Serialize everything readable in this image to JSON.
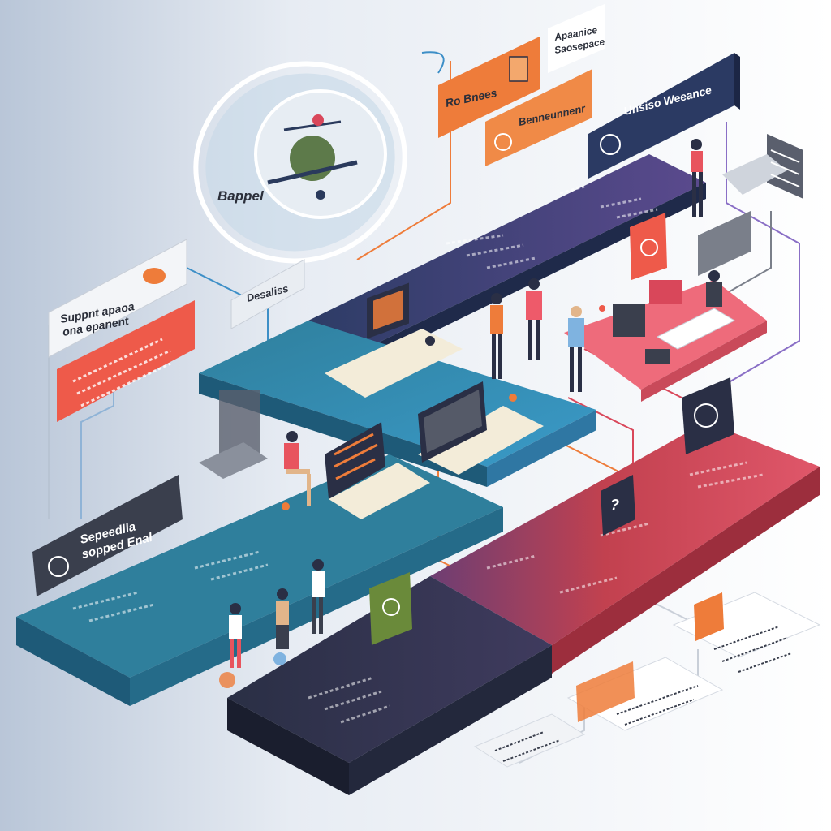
{
  "labels": {
    "bubble": "Bappel",
    "top_right_note_1": "Apaanice",
    "top_right_note_2": "Saosepace",
    "orange_card_1": "Ro Bnees",
    "orange_card_2": "Benneunnenr",
    "navy_card": "Unsiso Weeance",
    "left_card_1": "Suppnt apaoa",
    "left_card_2": "ona epanent",
    "pill_left_mid": "Desaliss",
    "dark_card_1": "Sepeedlla",
    "dark_card_2": "sopped Enal"
  },
  "colors": {
    "teal": "#2c7d9a",
    "blue": "#3d8fc7",
    "navy": "#2b3a63",
    "purple": "#5a4a8c",
    "red": "#d9475a",
    "pink": "#ee6b7b",
    "orange": "#ee7c3a",
    "dark": "#2a2f45",
    "charcoal": "#3a3f4d",
    "olive": "#6a8a3a"
  },
  "icons": [
    "gear-icon",
    "lightbulb-icon",
    "chat-icon",
    "heart-icon",
    "question-icon",
    "wrench-icon",
    "laptop-icon",
    "monitor-icon",
    "person-icon",
    "server-icon"
  ]
}
